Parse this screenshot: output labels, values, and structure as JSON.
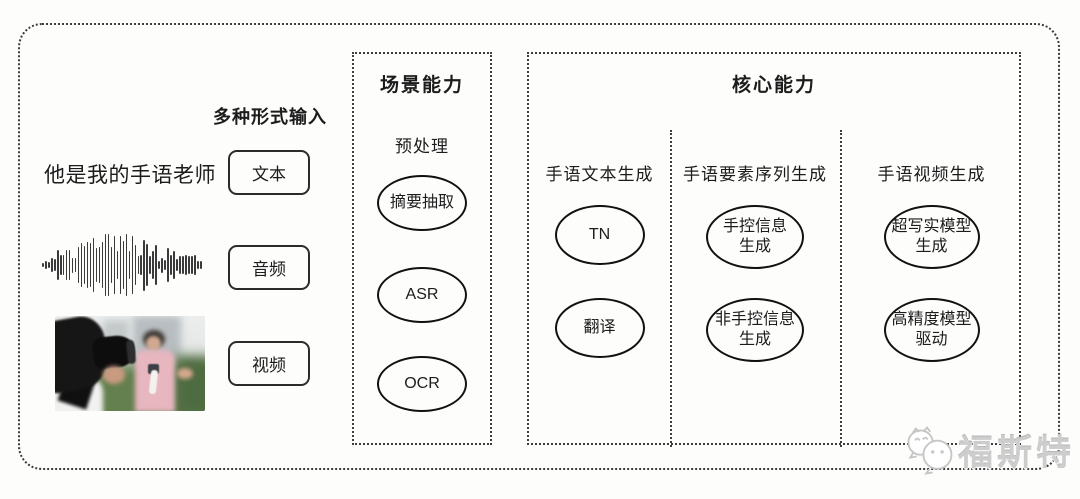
{
  "input": {
    "heading": "多种形式输入",
    "text_sample": "他是我的手语老师",
    "boxes": [
      {
        "label": "文本"
      },
      {
        "label": "音频"
      },
      {
        "label": "视频"
      }
    ]
  },
  "scene": {
    "title": "场景能力",
    "stage": "预处理",
    "nodes": [
      {
        "label": "摘要抽取"
      },
      {
        "label": "ASR"
      },
      {
        "label": "OCR"
      }
    ]
  },
  "core": {
    "title": "核心能力",
    "columns": [
      {
        "header": "手语文本生成",
        "nodes": [
          {
            "label": "TN"
          },
          {
            "label": "翻译"
          }
        ]
      },
      {
        "header": "手语要素序列生成",
        "nodes": [
          {
            "label": "手控信息\n生成"
          },
          {
            "label": "非手控信息\n生成"
          }
        ]
      },
      {
        "header": "手语视频生成",
        "nodes": [
          {
            "label": "超写实模型\n生成"
          },
          {
            "label": "高精度模型\n驱动"
          }
        ]
      }
    ]
  },
  "watermark": {
    "brand": "福斯特"
  },
  "colors": {
    "ink": "#1c1c1c",
    "border_dots": "#3c3c3c",
    "watermark_gray": "#cdcdcd"
  }
}
